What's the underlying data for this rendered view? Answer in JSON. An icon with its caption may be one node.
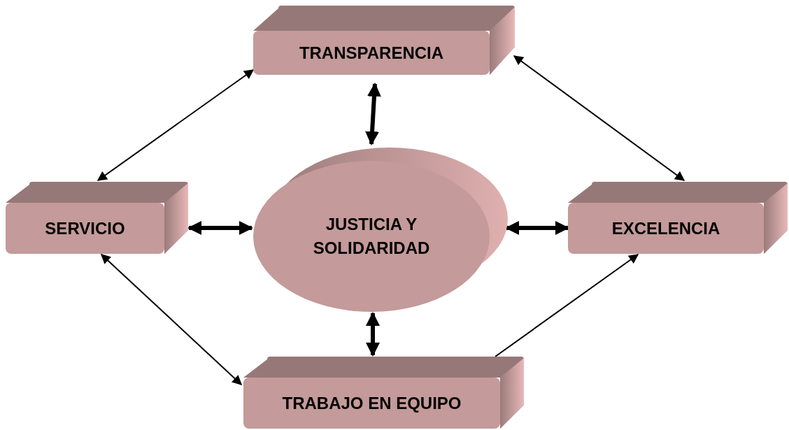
{
  "diagram": {
    "nodes": [
      {
        "text": [
          "TRANSPARENCIA"
        ]
      },
      {
        "text": [
          "SERVICIO"
        ]
      },
      {
        "text": [
          "JUSTICIA Y SOLIDARIDAD"
        ]
      },
      {
        "text": [
          "EXCELENCIA"
        ]
      },
      {
        "text": [
          "TRABAJO EN EQUIPO"
        ]
      }
    ],
    "edges": [
      {
        "from": 0,
        "to": 1,
        "arrow": "both"
      },
      {
        "from": 0,
        "to": 3,
        "arrow": "both"
      },
      {
        "from": 1,
        "to": 4,
        "arrow": "both"
      },
      {
        "from": 4,
        "to": 3,
        "arrow": "to"
      },
      {
        "from": 0,
        "to": 2,
        "arrow": "both",
        "style": "thick"
      },
      {
        "from": 1,
        "to": 2,
        "arrow": "both",
        "style": "thick"
      },
      {
        "from": 2,
        "to": 3,
        "arrow": "both",
        "style": "thick"
      },
      {
        "from": 2,
        "to": 4,
        "arrow": "both",
        "style": "thick"
      }
    ]
  }
}
